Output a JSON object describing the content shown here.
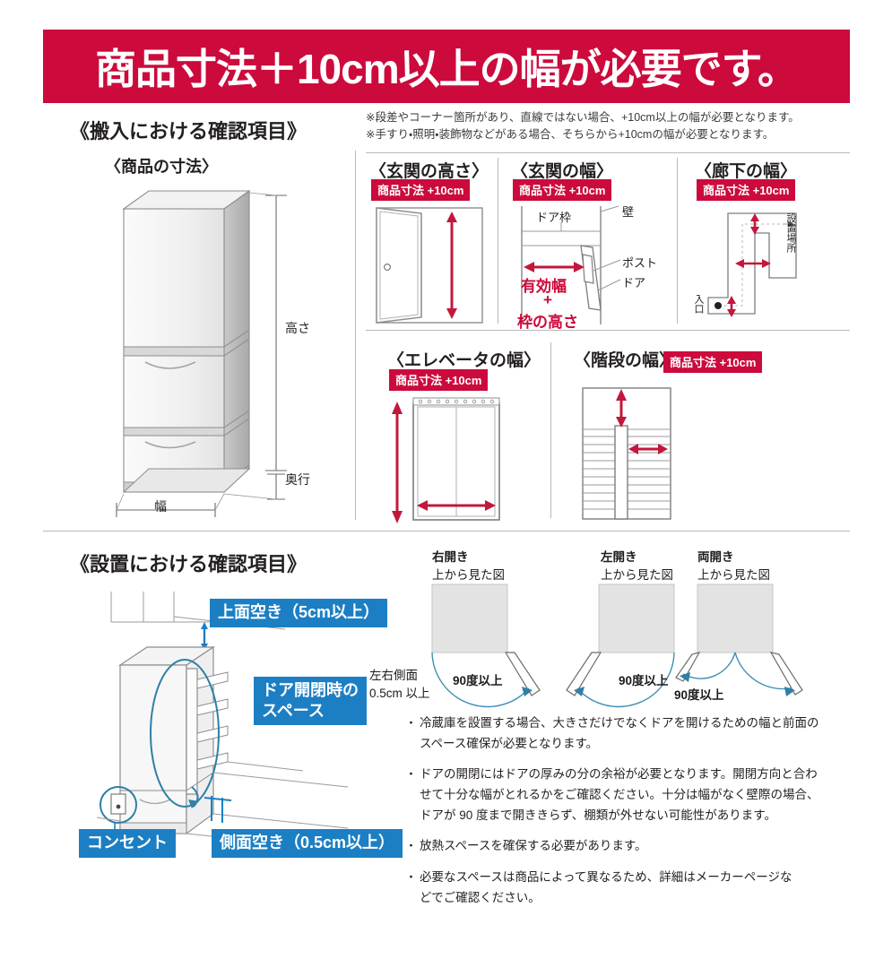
{
  "banner": {
    "text": "商品寸法＋10cm以上の幅が必要です。",
    "bg_color": "#cc0a3c",
    "text_color": "#ffffff"
  },
  "colors": {
    "red": "#cc0a3c",
    "blue": "#1c7fc4",
    "arrow_red": "#c2183c",
    "line_gray": "#8a8a8a",
    "teal": "#2f7fa6"
  },
  "delivery_section": {
    "heading": "《搬入における確認項目》",
    "product_dimensions": {
      "heading": "〈商品の寸法〉",
      "labels": {
        "height": "高さ",
        "depth": "奥行",
        "width": "幅"
      }
    },
    "notes": [
      "※段差やコーナー箇所があり、直線ではない場合、+10cm以上の幅が必要となります。",
      "※手すり・照明・装飾物などがある場合、そちらから+10cmの幅が必要となります。"
    ],
    "badge_label": "商品寸法 +10cm",
    "panels": [
      {
        "title": "〈玄関の高さ〉",
        "badge": "商品寸法 +10cm",
        "labels": []
      },
      {
        "title": "〈玄関の幅〉",
        "badge": "商品寸法 +10cm",
        "labels": [
          "ドア枠",
          "壁",
          "ポスト",
          "ドア"
        ],
        "red_labels": [
          "有効幅",
          "+",
          "枠の高さ"
        ]
      },
      {
        "title": "〈廊下の幅〉",
        "badge": "商品寸法 +10cm",
        "labels": [
          "設置場所",
          "入口"
        ]
      },
      {
        "title": "〈エレベータの幅〉",
        "badge": "商品寸法 +10cm",
        "labels": []
      },
      {
        "title": "〈階段の幅〉",
        "badge": "商品寸法 +10cm",
        "labels": []
      }
    ]
  },
  "install_section": {
    "heading": "《設置における確認項目》",
    "badges": [
      "上面空き（5cm以上）",
      "ドア開閉時の\nスペース",
      "コンセント",
      "側面空き（0.5cm以上）"
    ],
    "badge_top": "上面空き（5cm以上）",
    "badge_door_line1": "ドア開閉時の",
    "badge_door_line2": "スペース",
    "badge_outlet": "コンセント",
    "badge_side": "側面空き（0.5cm以上）",
    "door_diagrams": [
      {
        "title": "右開き",
        "subtitle": "上から見た図",
        "angle_label": "90度以上"
      },
      {
        "title": "左開き",
        "subtitle": "上から見た図",
        "angle_label": "90度以上"
      },
      {
        "title": "両開き",
        "subtitle": "上から見た図",
        "angle_label": "90度以上"
      }
    ],
    "side_clearance_line1": "左右側面",
    "side_clearance_line2": "0.5cm 以上",
    "bullets": [
      "冷蔵庫を設置する場合、大きさだけでなくドアを開けるための幅と前面の\nスペース確保が必要となります。",
      "ドアの開閉にはドアの厚みの分の余裕が必要となります。開閉方向と合わ\nせて十分な幅がとれるかをご確認ください。十分は幅がなく壁際の場合、\nドアが 90 度まで開ききらず、棚類が外せない可能性があります。",
      "放熱スペースを確保する必要があります。",
      "必要なスペースは商品によって異なるため、詳細はメーカーページな\nどでご確認ください。"
    ],
    "bullet_marker": "・"
  }
}
